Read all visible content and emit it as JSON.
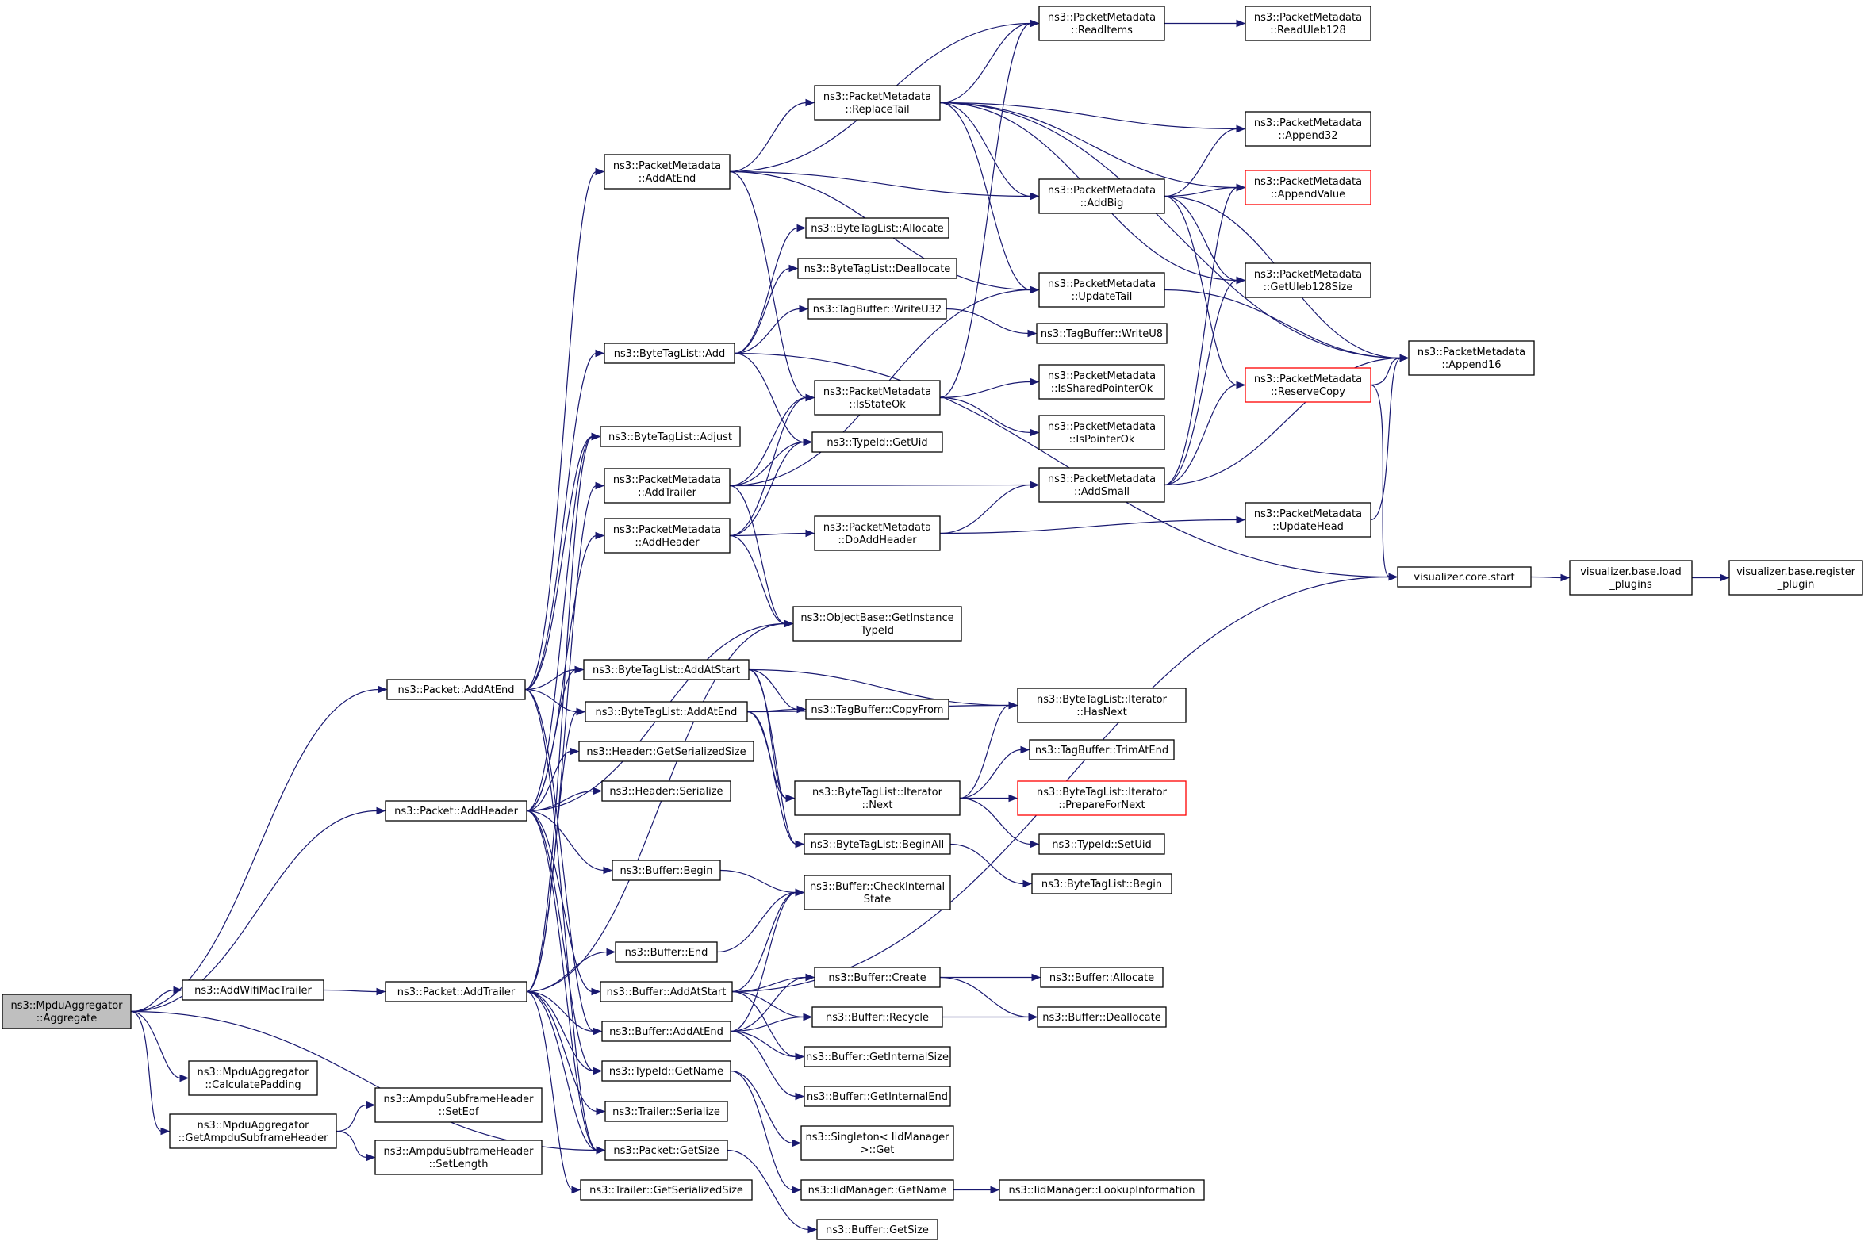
{
  "graph": {
    "colors": {
      "edge": "#191970",
      "root_fill": "#bfbfbf",
      "node_border": "#000000",
      "truncated_border": "#ff0000"
    },
    "nodes": [
      {
        "id": "mpdu_aggregate",
        "lines": [
          "ns3::MpduAggregator",
          "::Aggregate"
        ],
        "root": true
      },
      {
        "id": "add_wifi_mac_trailer",
        "lines": [
          "ns3::AddWifiMacTrailer"
        ]
      },
      {
        "id": "calc_padding",
        "lines": [
          "ns3::MpduAggregator",
          "::CalculatePadding"
        ]
      },
      {
        "id": "get_ampdu_hdr",
        "lines": [
          "ns3::MpduAggregator",
          "::GetAmpduSubframeHeader"
        ]
      },
      {
        "id": "packet_add_at_end",
        "lines": [
          "ns3::Packet::AddAtEnd"
        ]
      },
      {
        "id": "packet_add_header",
        "lines": [
          "ns3::Packet::AddHeader"
        ]
      },
      {
        "id": "packet_add_trailer",
        "lines": [
          "ns3::Packet::AddTrailer"
        ]
      },
      {
        "id": "set_eof",
        "lines": [
          "ns3::AmpduSubframeHeader",
          "::SetEof"
        ]
      },
      {
        "id": "set_length",
        "lines": [
          "ns3::AmpduSubframeHeader",
          "::SetLength"
        ]
      },
      {
        "id": "pm_add_at_end",
        "lines": [
          "ns3::PacketMetadata",
          "::AddAtEnd"
        ]
      },
      {
        "id": "btl_add",
        "lines": [
          "ns3::ByteTagList::Add"
        ]
      },
      {
        "id": "btl_adjust",
        "lines": [
          "ns3::ByteTagList::Adjust"
        ]
      },
      {
        "id": "pm_add_trailer",
        "lines": [
          "ns3::PacketMetadata",
          "::AddTrailer"
        ]
      },
      {
        "id": "pm_add_header",
        "lines": [
          "ns3::PacketMetadata",
          "::AddHeader"
        ]
      },
      {
        "id": "btl_add_at_start",
        "lines": [
          "ns3::ByteTagList::AddAtStart"
        ]
      },
      {
        "id": "btl_add_at_end",
        "lines": [
          "ns3::ByteTagList::AddAtEnd"
        ]
      },
      {
        "id": "hdr_get_ser_size",
        "lines": [
          "ns3::Header::GetSerializedSize"
        ]
      },
      {
        "id": "hdr_serialize",
        "lines": [
          "ns3::Header::Serialize"
        ]
      },
      {
        "id": "buf_begin",
        "lines": [
          "ns3::Buffer::Begin"
        ]
      },
      {
        "id": "buf_end",
        "lines": [
          "ns3::Buffer::End"
        ]
      },
      {
        "id": "buf_add_at_start",
        "lines": [
          "ns3::Buffer::AddAtStart"
        ]
      },
      {
        "id": "buf_add_at_end",
        "lines": [
          "ns3::Buffer::AddAtEnd"
        ]
      },
      {
        "id": "typeid_get_name",
        "lines": [
          "ns3::TypeId::GetName"
        ]
      },
      {
        "id": "trl_serialize",
        "lines": [
          "ns3::Trailer::Serialize"
        ]
      },
      {
        "id": "packet_get_size",
        "lines": [
          "ns3::Packet::GetSize"
        ]
      },
      {
        "id": "trl_get_ser_size",
        "lines": [
          "ns3::Trailer::GetSerializedSize"
        ]
      },
      {
        "id": "pm_replace_tail",
        "lines": [
          "ns3::PacketMetadata",
          "::ReplaceTail"
        ]
      },
      {
        "id": "btl_allocate",
        "lines": [
          "ns3::ByteTagList::Allocate"
        ]
      },
      {
        "id": "btl_deallocate",
        "lines": [
          "ns3::ByteTagList::Deallocate"
        ]
      },
      {
        "id": "tb_write_u32",
        "lines": [
          "ns3::TagBuffer::WriteU32"
        ]
      },
      {
        "id": "pm_is_state_ok",
        "lines": [
          "ns3::PacketMetadata",
          "::IsStateOk"
        ]
      },
      {
        "id": "typeid_get_uid",
        "lines": [
          "ns3::TypeId::GetUid"
        ]
      },
      {
        "id": "pm_do_add_header",
        "lines": [
          "ns3::PacketMetadata",
          "::DoAddHeader"
        ]
      },
      {
        "id": "ob_get_instance_typeid",
        "lines": [
          "ns3::ObjectBase::GetInstance",
          "TypeId"
        ]
      },
      {
        "id": "tb_copy_from",
        "lines": [
          "ns3::TagBuffer::CopyFrom"
        ]
      },
      {
        "id": "btl_it_next",
        "lines": [
          "ns3::ByteTagList::Iterator",
          "::Next"
        ]
      },
      {
        "id": "btl_begin_all",
        "lines": [
          "ns3::ByteTagList::BeginAll"
        ]
      },
      {
        "id": "buf_check_internal_state",
        "lines": [
          "ns3::Buffer::CheckInternal",
          "State"
        ]
      },
      {
        "id": "buf_create",
        "lines": [
          "ns3::Buffer::Create"
        ]
      },
      {
        "id": "buf_recycle",
        "lines": [
          "ns3::Buffer::Recycle"
        ]
      },
      {
        "id": "buf_get_internal_size",
        "lines": [
          "ns3::Buffer::GetInternalSize"
        ]
      },
      {
        "id": "buf_get_internal_end",
        "lines": [
          "ns3::Buffer::GetInternalEnd"
        ]
      },
      {
        "id": "singleton_get",
        "lines": [
          "ns3::Singleton< IidManager",
          ">::Get"
        ]
      },
      {
        "id": "iid_get_name",
        "lines": [
          "ns3::IidManager::GetName"
        ]
      },
      {
        "id": "buf_get_size",
        "lines": [
          "ns3::Buffer::GetSize"
        ]
      },
      {
        "id": "pm_read_items",
        "lines": [
          "ns3::PacketMetadata",
          "::ReadItems"
        ]
      },
      {
        "id": "pm_add_big",
        "lines": [
          "ns3::PacketMetadata",
          "::AddBig"
        ]
      },
      {
        "id": "pm_update_tail",
        "lines": [
          "ns3::PacketMetadata",
          "::UpdateTail"
        ]
      },
      {
        "id": "tb_write_u8",
        "lines": [
          "ns3::TagBuffer::WriteU8"
        ]
      },
      {
        "id": "pm_is_shared_ptr_ok",
        "lines": [
          "ns3::PacketMetadata",
          "::IsSharedPointerOk"
        ]
      },
      {
        "id": "pm_is_ptr_ok",
        "lines": [
          "ns3::PacketMetadata",
          "::IsPointerOk"
        ]
      },
      {
        "id": "pm_add_small",
        "lines": [
          "ns3::PacketMetadata",
          "::AddSmall"
        ]
      },
      {
        "id": "btl_it_has_next",
        "lines": [
          "ns3::ByteTagList::Iterator",
          "::HasNext"
        ]
      },
      {
        "id": "tb_trim_at_end",
        "lines": [
          "ns3::TagBuffer::TrimAtEnd"
        ]
      },
      {
        "id": "btl_it_prepare",
        "lines": [
          "ns3::ByteTagList::Iterator",
          "::PrepareForNext"
        ],
        "truncated": true
      },
      {
        "id": "typeid_set_uid",
        "lines": [
          "ns3::TypeId::SetUid"
        ]
      },
      {
        "id": "btl_begin",
        "lines": [
          "ns3::ByteTagList::Begin"
        ]
      },
      {
        "id": "buf_allocate",
        "lines": [
          "ns3::Buffer::Allocate"
        ]
      },
      {
        "id": "buf_deallocate",
        "lines": [
          "ns3::Buffer::Deallocate"
        ]
      },
      {
        "id": "iid_lookup_info",
        "lines": [
          "ns3::IidManager::LookupInformation"
        ]
      },
      {
        "id": "pm_read_uleb128",
        "lines": [
          "ns3::PacketMetadata",
          "::ReadUleb128"
        ]
      },
      {
        "id": "pm_append32",
        "lines": [
          "ns3::PacketMetadata",
          "::Append32"
        ]
      },
      {
        "id": "pm_append_value",
        "lines": [
          "ns3::PacketMetadata",
          "::AppendValue"
        ],
        "truncated": true
      },
      {
        "id": "pm_get_uleb128_size",
        "lines": [
          "ns3::PacketMetadata",
          "::GetUleb128Size"
        ]
      },
      {
        "id": "pm_reserve_copy",
        "lines": [
          "ns3::PacketMetadata",
          "::ReserveCopy"
        ],
        "truncated": true
      },
      {
        "id": "pm_update_head",
        "lines": [
          "ns3::PacketMetadata",
          "::UpdateHead"
        ]
      },
      {
        "id": "pm_append16",
        "lines": [
          "ns3::PacketMetadata",
          "::Append16"
        ]
      },
      {
        "id": "viz_core_start",
        "lines": [
          "visualizer.core.start"
        ]
      },
      {
        "id": "viz_base_load_plugins",
        "lines": [
          "visualizer.base.load",
          "_plugins"
        ]
      },
      {
        "id": "viz_base_register_plugin",
        "lines": [
          "visualizer.base.register",
          "_plugin"
        ]
      }
    ],
    "edges": [
      [
        "mpdu_aggregate",
        "packet_add_at_end"
      ],
      [
        "mpdu_aggregate",
        "packet_add_header"
      ],
      [
        "mpdu_aggregate",
        "add_wifi_mac_trailer"
      ],
      [
        "mpdu_aggregate",
        "calc_padding"
      ],
      [
        "mpdu_aggregate",
        "get_ampdu_hdr"
      ],
      [
        "mpdu_aggregate",
        "packet_get_size"
      ],
      [
        "add_wifi_mac_trailer",
        "packet_add_trailer"
      ],
      [
        "get_ampdu_hdr",
        "set_eof"
      ],
      [
        "get_ampdu_hdr",
        "set_length"
      ],
      [
        "packet_add_at_end",
        "pm_add_at_end"
      ],
      [
        "packet_add_at_end",
        "btl_add"
      ],
      [
        "packet_add_at_end",
        "btl_adjust"
      ],
      [
        "packet_add_at_end",
        "btl_add_at_start"
      ],
      [
        "packet_add_at_end",
        "btl_add_at_end"
      ],
      [
        "packet_add_at_end",
        "buf_add_at_end"
      ],
      [
        "packet_add_at_end",
        "packet_get_size"
      ],
      [
        "packet_add_header",
        "btl_adjust"
      ],
      [
        "packet_add_header",
        "pm_add_header"
      ],
      [
        "packet_add_header",
        "btl_add_at_start"
      ],
      [
        "packet_add_header",
        "hdr_get_ser_size"
      ],
      [
        "packet_add_header",
        "hdr_serialize"
      ],
      [
        "packet_add_header",
        "buf_begin"
      ],
      [
        "packet_add_header",
        "buf_add_at_start"
      ],
      [
        "packet_add_header",
        "typeid_get_name"
      ],
      [
        "packet_add_header",
        "packet_get_size"
      ],
      [
        "packet_add_header",
        "ob_get_instance_typeid"
      ],
      [
        "packet_add_trailer",
        "btl_adjust"
      ],
      [
        "packet_add_trailer",
        "pm_add_trailer"
      ],
      [
        "packet_add_trailer",
        "btl_add_at_end"
      ],
      [
        "packet_add_trailer",
        "buf_end"
      ],
      [
        "packet_add_trailer",
        "buf_add_at_end"
      ],
      [
        "packet_add_trailer",
        "typeid_get_name"
      ],
      [
        "packet_add_trailer",
        "trl_serialize"
      ],
      [
        "packet_add_trailer",
        "packet_get_size"
      ],
      [
        "packet_add_trailer",
        "trl_get_ser_size"
      ],
      [
        "packet_add_trailer",
        "ob_get_instance_typeid"
      ],
      [
        "pm_add_at_end",
        "pm_read_items"
      ],
      [
        "pm_add_at_end",
        "pm_replace_tail"
      ],
      [
        "pm_add_at_end",
        "pm_add_big"
      ],
      [
        "pm_add_at_end",
        "pm_update_tail"
      ],
      [
        "pm_add_at_end",
        "pm_is_state_ok"
      ],
      [
        "btl_add",
        "btl_allocate"
      ],
      [
        "btl_add",
        "btl_deallocate"
      ],
      [
        "btl_add",
        "tb_write_u32"
      ],
      [
        "btl_add",
        "typeid_get_uid"
      ],
      [
        "btl_add",
        "viz_core_start"
      ],
      [
        "pm_add_trailer",
        "pm_is_state_ok"
      ],
      [
        "pm_add_trailer",
        "typeid_get_uid"
      ],
      [
        "pm_add_trailer",
        "pm_add_small"
      ],
      [
        "pm_add_trailer",
        "pm_update_tail"
      ],
      [
        "pm_add_trailer",
        "ob_get_instance_typeid"
      ],
      [
        "pm_add_header",
        "pm_is_state_ok"
      ],
      [
        "pm_add_header",
        "typeid_get_uid"
      ],
      [
        "pm_add_header",
        "pm_do_add_header"
      ],
      [
        "pm_add_header",
        "ob_get_instance_typeid"
      ],
      [
        "btl_add_at_start",
        "tb_copy_from"
      ],
      [
        "btl_add_at_start",
        "btl_it_has_next"
      ],
      [
        "btl_add_at_start",
        "btl_it_next"
      ],
      [
        "btl_add_at_start",
        "btl_begin_all"
      ],
      [
        "btl_add_at_end",
        "tb_copy_from"
      ],
      [
        "btl_add_at_end",
        "btl_it_has_next"
      ],
      [
        "btl_add_at_end",
        "btl_it_next"
      ],
      [
        "btl_add_at_end",
        "btl_begin_all"
      ],
      [
        "buf_begin",
        "buf_check_internal_state"
      ],
      [
        "buf_end",
        "buf_check_internal_state"
      ],
      [
        "buf_add_at_start",
        "buf_check_internal_state"
      ],
      [
        "buf_add_at_start",
        "buf_create"
      ],
      [
        "buf_add_at_start",
        "buf_recycle"
      ],
      [
        "buf_add_at_start",
        "buf_get_internal_size"
      ],
      [
        "buf_add_at_start",
        "viz_core_start"
      ],
      [
        "buf_add_at_end",
        "buf_check_internal_state"
      ],
      [
        "buf_add_at_end",
        "buf_create"
      ],
      [
        "buf_add_at_end",
        "buf_recycle"
      ],
      [
        "buf_add_at_end",
        "buf_get_internal_size"
      ],
      [
        "buf_add_at_end",
        "buf_get_internal_end"
      ],
      [
        "typeid_get_name",
        "singleton_get"
      ],
      [
        "typeid_get_name",
        "iid_get_name"
      ],
      [
        "packet_get_size",
        "buf_get_size"
      ],
      [
        "pm_replace_tail",
        "pm_read_items"
      ],
      [
        "pm_replace_tail",
        "pm_append16"
      ],
      [
        "pm_replace_tail",
        "pm_append32"
      ],
      [
        "pm_replace_tail",
        "pm_append_value"
      ],
      [
        "pm_replace_tail",
        "pm_add_big"
      ],
      [
        "pm_replace_tail",
        "pm_get_uleb128_size"
      ],
      [
        "pm_replace_tail",
        "pm_update_tail"
      ],
      [
        "tb_write_u32",
        "tb_write_u8"
      ],
      [
        "pm_is_state_ok",
        "pm_read_items"
      ],
      [
        "pm_is_state_ok",
        "pm_is_shared_ptr_ok"
      ],
      [
        "pm_is_state_ok",
        "pm_is_ptr_ok"
      ],
      [
        "pm_do_add_header",
        "pm_add_small"
      ],
      [
        "pm_do_add_header",
        "pm_update_head"
      ],
      [
        "btl_it_next",
        "btl_it_has_next"
      ],
      [
        "btl_it_next",
        "tb_trim_at_end"
      ],
      [
        "btl_it_next",
        "btl_it_prepare"
      ],
      [
        "btl_it_next",
        "typeid_set_uid"
      ],
      [
        "btl_begin_all",
        "btl_begin"
      ],
      [
        "buf_create",
        "buf_allocate"
      ],
      [
        "buf_create",
        "buf_deallocate"
      ],
      [
        "buf_recycle",
        "buf_deallocate"
      ],
      [
        "iid_get_name",
        "iid_lookup_info"
      ],
      [
        "pm_read_items",
        "pm_read_uleb128"
      ],
      [
        "pm_add_big",
        "pm_append32"
      ],
      [
        "pm_add_big",
        "pm_append_value"
      ],
      [
        "pm_add_big",
        "pm_get_uleb128_size"
      ],
      [
        "pm_add_big",
        "pm_append16"
      ],
      [
        "pm_add_big",
        "pm_reserve_copy"
      ],
      [
        "pm_update_tail",
        "pm_append16"
      ],
      [
        "pm_add_small",
        "pm_append_value"
      ],
      [
        "pm_add_small",
        "pm_get_uleb128_size"
      ],
      [
        "pm_add_small",
        "pm_reserve_copy"
      ],
      [
        "pm_add_small",
        "pm_append16"
      ],
      [
        "pm_update_head",
        "pm_append16"
      ],
      [
        "pm_reserve_copy",
        "pm_append16"
      ],
      [
        "pm_reserve_copy",
        "viz_core_start"
      ],
      [
        "viz_core_start",
        "viz_base_load_plugins"
      ],
      [
        "viz_base_load_plugins",
        "viz_base_register_plugin"
      ]
    ]
  }
}
